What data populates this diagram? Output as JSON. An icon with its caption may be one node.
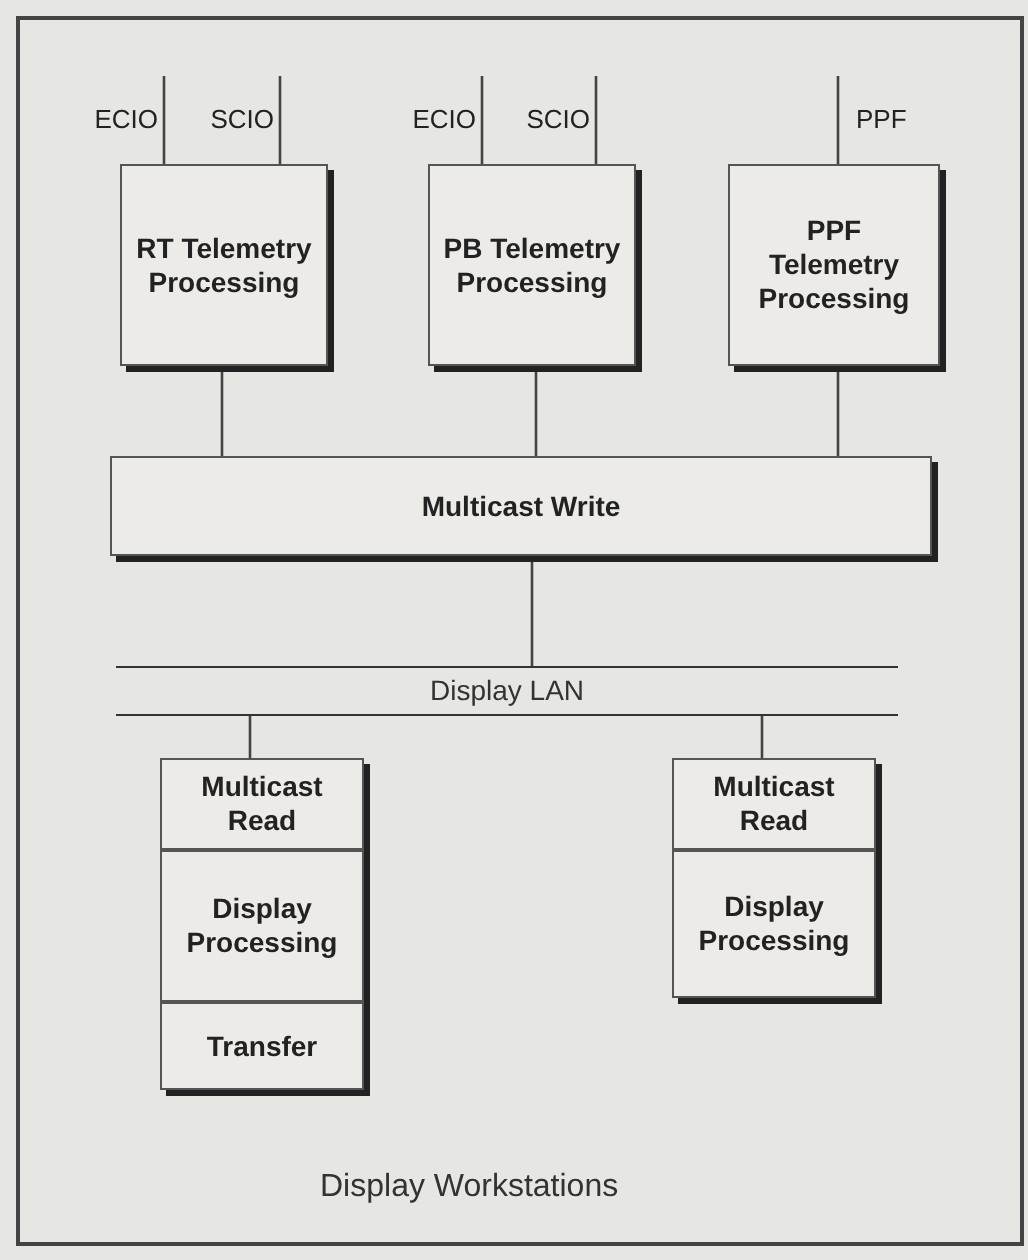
{
  "diagram": {
    "caption": "Display Workstations",
    "nodes": [
      {
        "text": [
          "RT Telemetry Processing"
        ]
      },
      {
        "text": [
          "PB Telemetry Processing"
        ]
      },
      {
        "text": [
          "PPF Telemetry Processing"
        ]
      },
      {
        "text": [
          "Multicast Write"
        ]
      },
      {
        "text": [
          "Display LAN"
        ]
      },
      {
        "text": [
          "Multicast Read"
        ]
      },
      {
        "text": [
          "Display Processing"
        ]
      },
      {
        "text": [
          "Transfer"
        ]
      },
      {
        "text": [
          "Multicast Read"
        ]
      },
      {
        "text": [
          "Display Processing"
        ]
      }
    ],
    "edges": [
      {
        "from": null,
        "to": 0,
        "arrow": "none",
        "label": "ECIO"
      },
      {
        "from": null,
        "to": 0,
        "arrow": "none",
        "label": "SCIO"
      },
      {
        "from": null,
        "to": 1,
        "arrow": "none",
        "label": "ECIO"
      },
      {
        "from": null,
        "to": 1,
        "arrow": "none",
        "label": "SCIO"
      },
      {
        "from": null,
        "to": 2,
        "arrow": "none",
        "label": "PPF"
      },
      {
        "from": 0,
        "to": 3,
        "arrow": "none"
      },
      {
        "from": 1,
        "to": 3,
        "arrow": "none"
      },
      {
        "from": 2,
        "to": 3,
        "arrow": "none"
      },
      {
        "from": 3,
        "to": 4,
        "arrow": "none"
      },
      {
        "from": 4,
        "to": 5,
        "arrow": "none"
      },
      {
        "from": 4,
        "to": 8,
        "arrow": "none"
      }
    ]
  }
}
